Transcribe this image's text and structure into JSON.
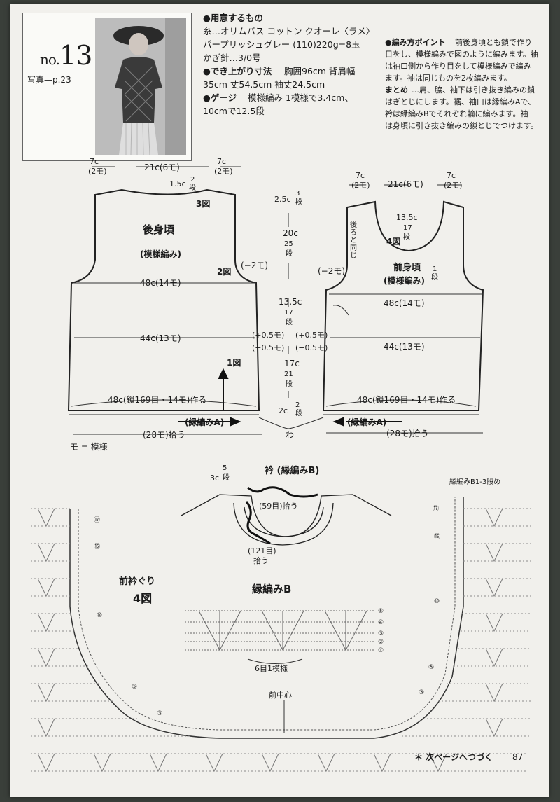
{
  "pattern": {
    "number": "no.13",
    "no_label": "no.",
    "no_value": "13",
    "photo_ref": "写真—p.23"
  },
  "materials": {
    "heading_materials": "●用意するもの",
    "yarn_line1": "糸…オリムパス コットン クオーレ〈ラメ〉",
    "yarn_line2": "パープリッシュグレー (110)220g=8玉",
    "hook": "かぎ針…3/0号",
    "heading_size": "●でき上がり寸法",
    "size_line1": "胸囲96cm 背肩幅",
    "size_line2": "35cm 丈54.5cm 袖丈24.5cm",
    "heading_gauge": "●ゲージ",
    "gauge_line1": "模様編み 1模様で3.4cm、",
    "gauge_line2": "10cmで12.5段"
  },
  "points": {
    "heading": "●編み方ポイント",
    "line1": "前後身頃とも鎖で作り",
    "line2": "目をし、模様編みで図のように編みます。袖",
    "line3": "は袖口側から作り目をして模様編みで編み",
    "line4": "ます。袖は同じものを2枚編みます。",
    "finish_label": "まとめ",
    "line5": "…肩、脇、袖下は引き抜き編みの鎖",
    "line6": "はぎとじにします。裾、袖口は縁編みAで、",
    "line7": "衿は縁編みBでそれぞれ輪に編みます。袖",
    "line8": "は身頃に引き抜き編みの鎖とじでつけます。"
  },
  "back": {
    "top_left_cm": "7c",
    "top_left_mo": "(2モ)",
    "top_mid": "21c(6モ)",
    "top_right_cm": "7c",
    "top_right_mo": "(2モ)",
    "neck_cm": "1.5c",
    "neck_rows": "2",
    "neck_dan": "段",
    "fig3": "3図",
    "title": "後身頃",
    "subtitle": "(模様編み)",
    "fig2": "2図",
    "dec": "(−2モ)",
    "w48": "48c(14モ)",
    "w44": "44c(13モ)",
    "fig1": "1図",
    "bottom": "48c(鎖169目・14モ)作る",
    "edge": "(縁編みA)",
    "pick": "(28モ)拾う",
    "legend": "モ = 模様"
  },
  "middle": {
    "v1_cm": "2.5c",
    "v1_rows": "3",
    "v1_dan": "段",
    "v2_cm": "20c",
    "v2_rows": "25",
    "v2_dan": "段",
    "v3_cm": "13.5c",
    "v3_rows": "17",
    "v3_dan": "段",
    "inc_l": "(+0.5モ)",
    "dec_l": "(−0.5モ)",
    "inc_r": "(+0.5モ)",
    "dec_r": "(−0.5モ)",
    "v4_cm": "17c",
    "v4_rows": "21",
    "v4_dan": "段",
    "v5_cm": "2c",
    "v5_rows": "2",
    "v5_dan": "段",
    "ring": "わ"
  },
  "front": {
    "top_left_cm": "7c",
    "top_left_mo": "(2モ)",
    "top_mid": "21c(6モ)",
    "top_right_cm": "7c",
    "top_right_mo": "(2モ)",
    "neck_cm": "13.5c",
    "neck_rows": "17",
    "neck_dan": "段",
    "same_as_back": "後ろと同じ",
    "fig4": "4図",
    "dec": "(−2モ)",
    "title": "前身頃",
    "subtitle": "(模様編み)",
    "one_row": "1",
    "one_dan": "段",
    "w48": "48c(14モ)",
    "w44": "44c(13モ)",
    "bottom": "48c(鎖169目・14モ)作る",
    "edge": "(縁編みA)",
    "pick": "(28モ)拾う"
  },
  "collar": {
    "rows": "5",
    "cm": "3c",
    "dan": "段",
    "title": "衿 (縁編みB)",
    "pick59": "(59目)拾う",
    "pick121": "(121目)",
    "pick121b": "拾う"
  },
  "chart": {
    "front_neck": "前衿ぐり",
    "fig4": "4図",
    "edge_b": "縁編みB",
    "repeat": "6目1模様",
    "center": "前中心",
    "edge_b_rows": "縁編みB1-3段め",
    "row_labels": [
      "⑰",
      "⑮",
      "⑩",
      "⑤",
      "③"
    ],
    "row_labels_right": [
      "⑰",
      "⑮",
      "⑩",
      "⑤",
      "③"
    ],
    "b_rows": [
      "⑤",
      "④",
      "③",
      "②",
      "①"
    ]
  },
  "footer": {
    "continue": "＊ 次ページへつづく",
    "page": "87"
  }
}
